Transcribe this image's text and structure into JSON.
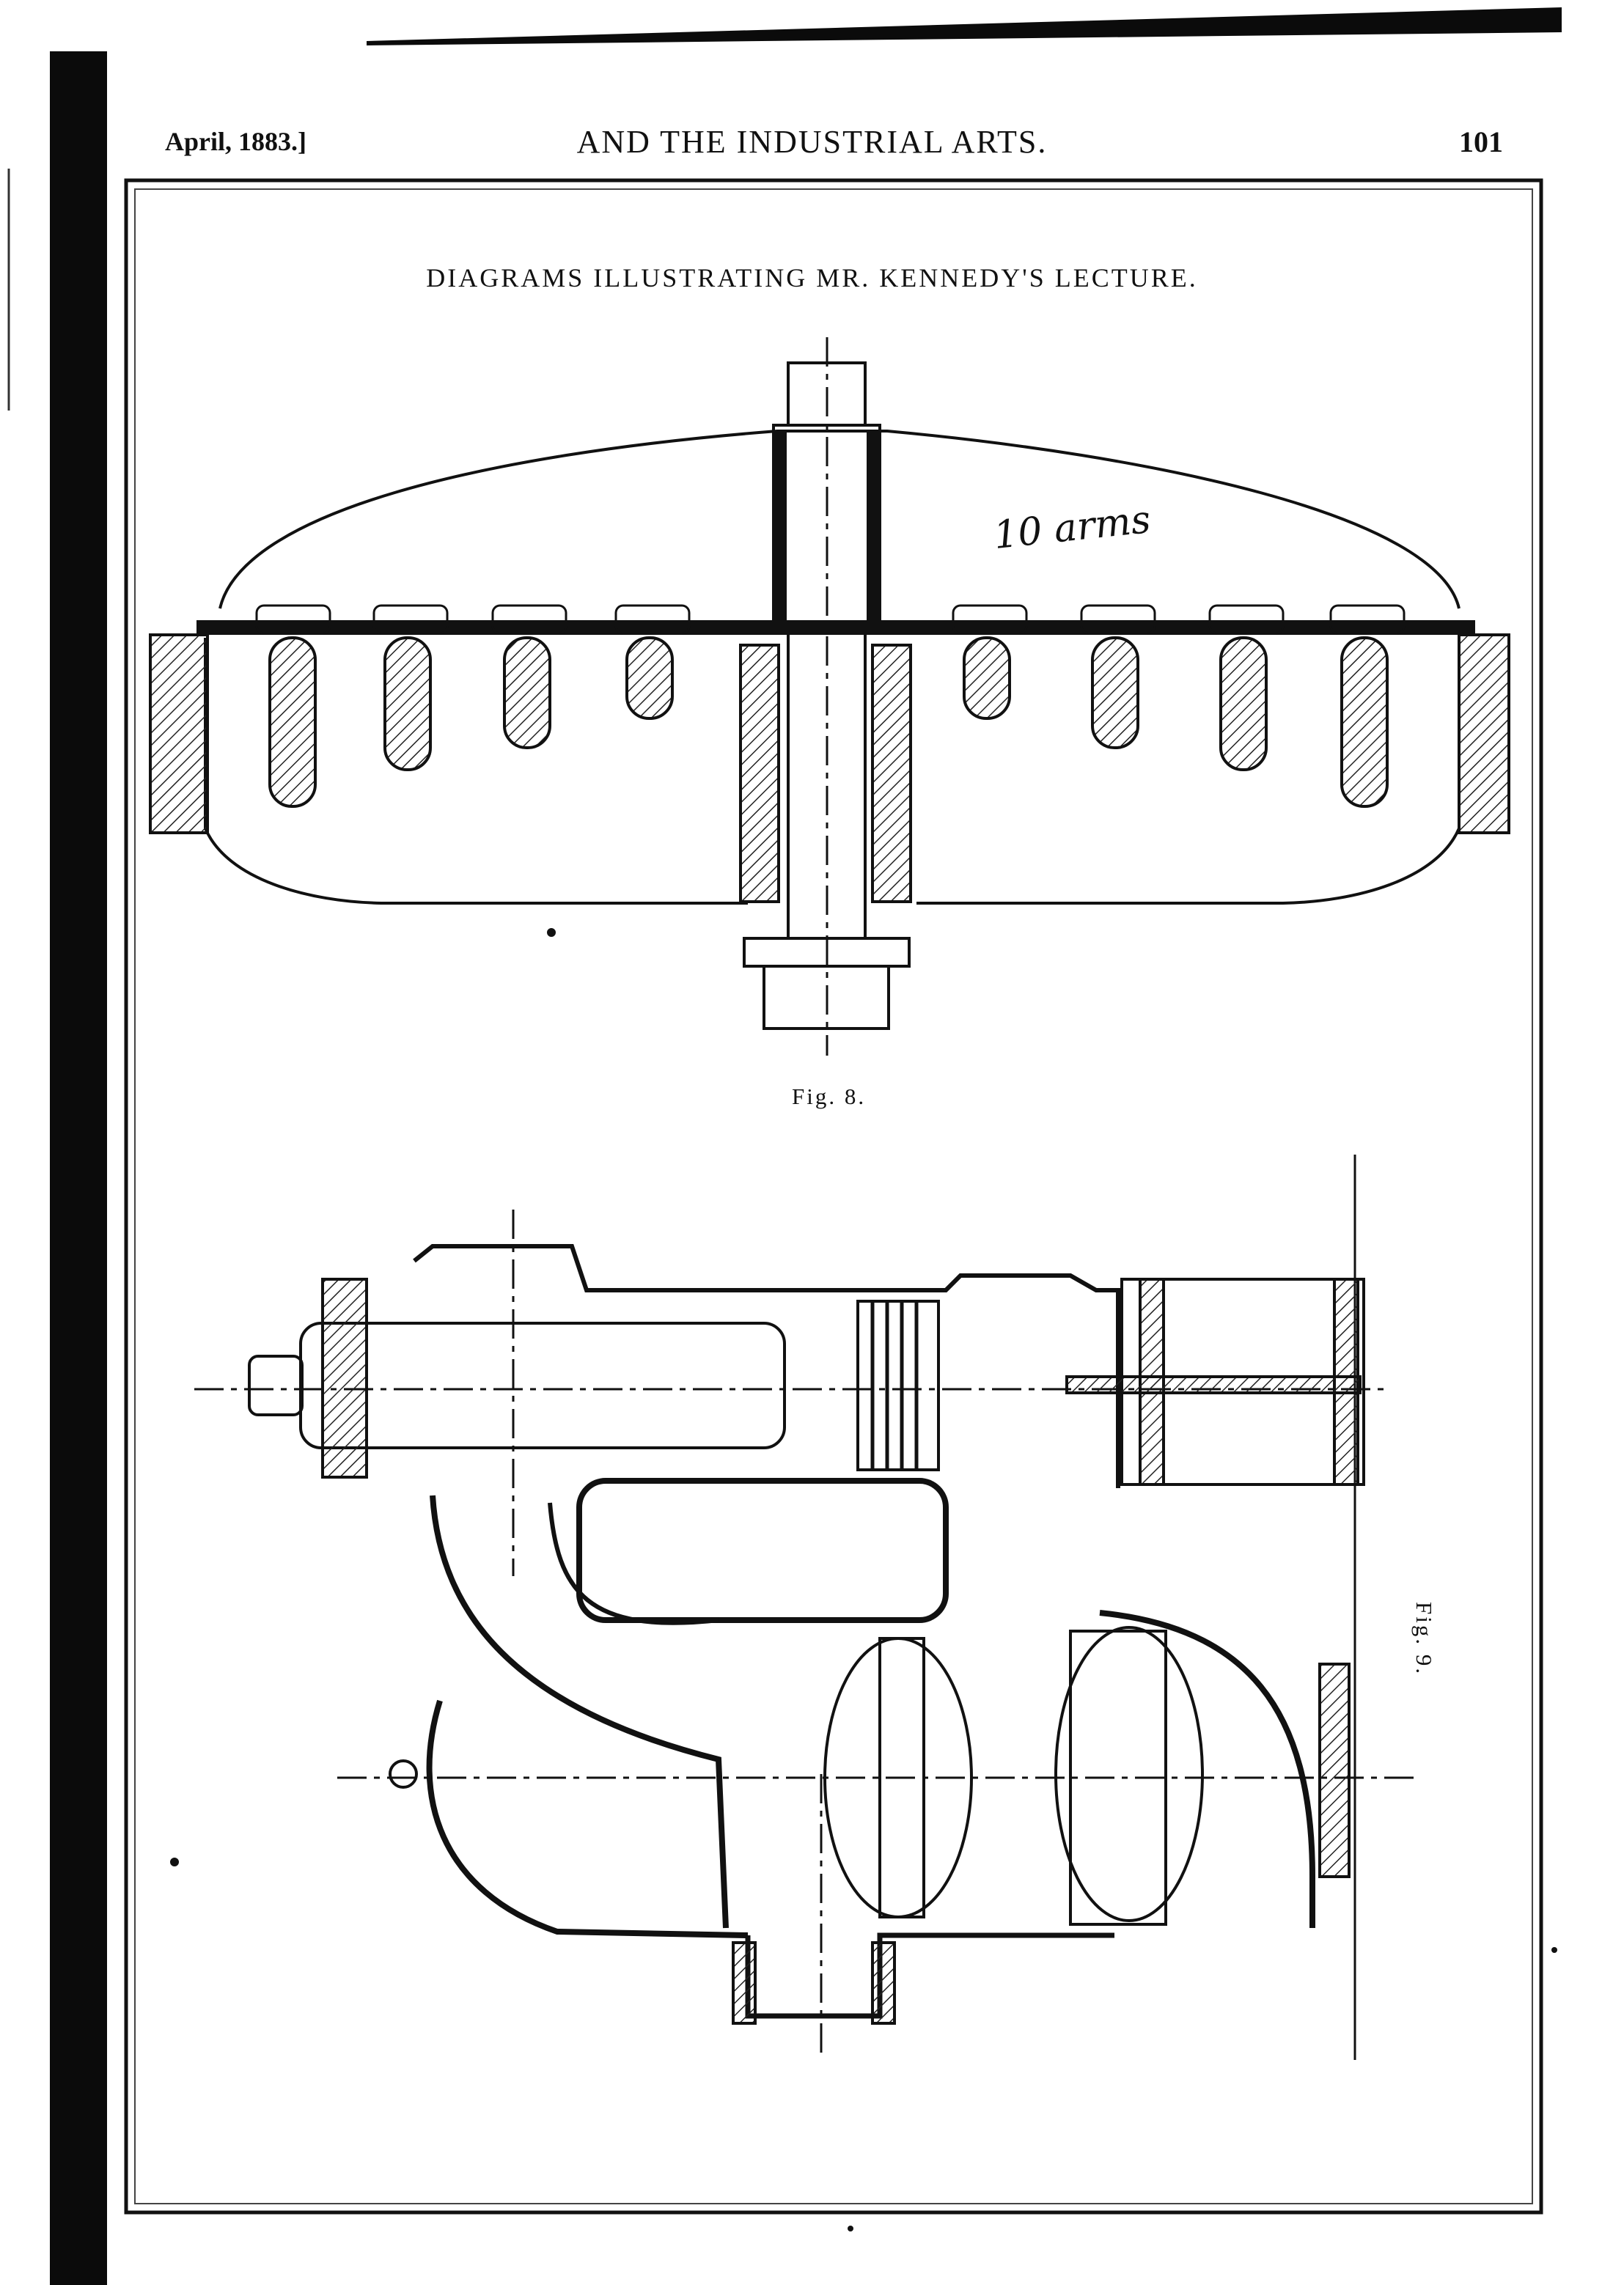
{
  "header": {
    "date": "April, 1883.]",
    "title": "AND THE INDUSTRIAL ARTS.",
    "page_number": "101"
  },
  "plate": {
    "title": "DIAGRAMS ILLUSTRATING MR. KENNEDY'S LECTURE."
  },
  "figures": {
    "fig8": {
      "caption": "Fig. 8.",
      "handwritten_note": "10 arms"
    },
    "fig9": {
      "caption": "Fig. 9."
    }
  }
}
